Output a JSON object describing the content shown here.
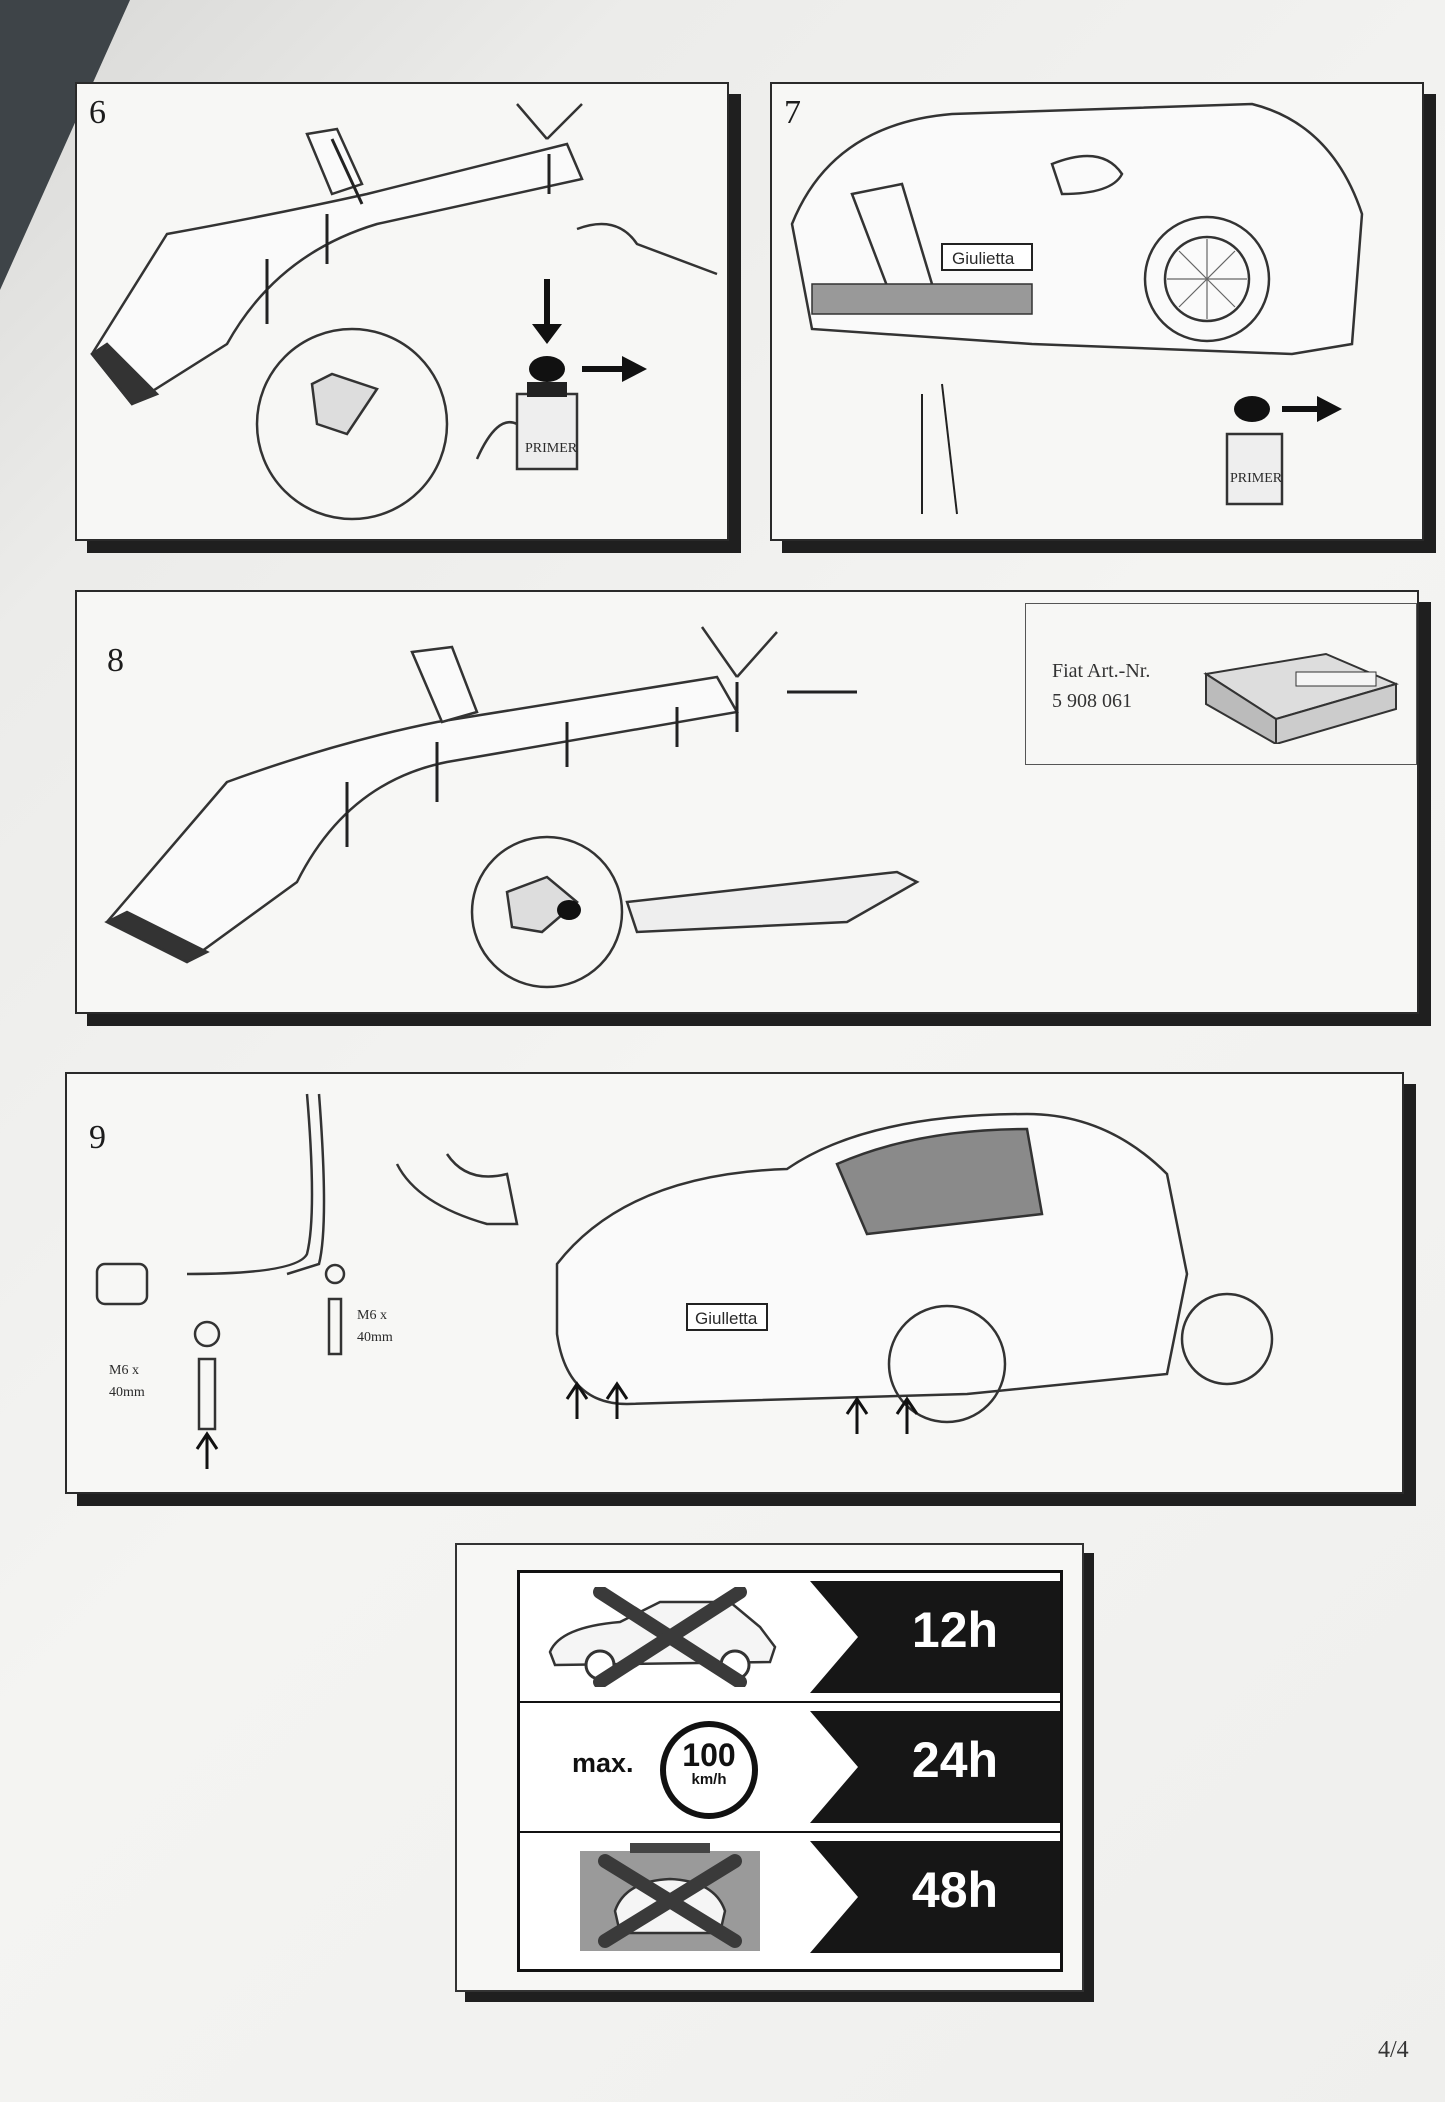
{
  "steps": {
    "s6": {
      "number": "6",
      "primer_label": "PRIMER"
    },
    "s7": {
      "number": "7",
      "badge": "Giulietta",
      "primer_label": "PRIMER"
    },
    "s8": {
      "number": "8",
      "article_label": "Fiat Art.-Nr.",
      "article_number": "5 908 061"
    },
    "s9": {
      "number": "9",
      "bolt_left": [
        "M6 x",
        "40mm"
      ],
      "bolt_right": [
        "M6 x",
        "40mm"
      ],
      "badge": "Giulletta"
    }
  },
  "cure_times": {
    "rows": [
      {
        "icon": "no-driving-icon",
        "hours": "12h"
      },
      {
        "prefix": "max.",
        "speed": "100",
        "unit": "km/h",
        "hours": "24h"
      },
      {
        "icon": "no-carwash-icon",
        "hours": "48h"
      }
    ]
  },
  "page_number": "4/4"
}
